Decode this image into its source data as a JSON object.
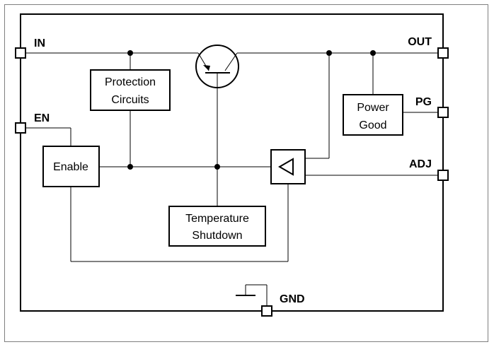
{
  "diagram": {
    "pins": {
      "in": "IN",
      "out": "OUT",
      "en": "EN",
      "pg": "PG",
      "adj": "ADJ",
      "gnd": "GND"
    },
    "blocks": {
      "protection": [
        "Protection",
        "Circuits"
      ],
      "power_good": [
        "Power",
        "Good"
      ],
      "enable": "Enable",
      "temperature": [
        "Temperature",
        "Shutdown"
      ]
    }
  }
}
